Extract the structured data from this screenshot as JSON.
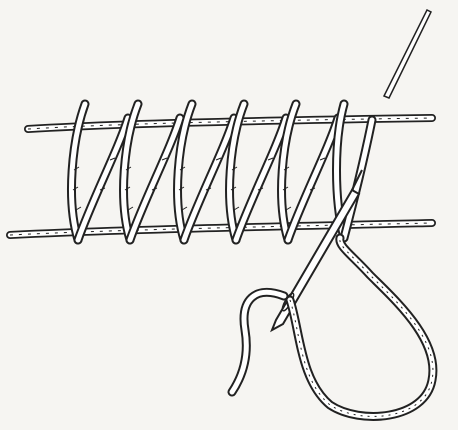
{
  "illustration": {
    "subject": "",
    "colors": {
      "paper": "#f6f5f2",
      "ink": "#222222",
      "thread_fill": "#ffffff"
    },
    "parts": [
      {
        "name": "fabric-thread-top"
      },
      {
        "name": "fabric-thread-bottom"
      },
      {
        "name": "cross-stitch-loops",
        "count": 6
      },
      {
        "name": "sewing-needle"
      },
      {
        "name": "loose-thread-tail"
      }
    ]
  }
}
